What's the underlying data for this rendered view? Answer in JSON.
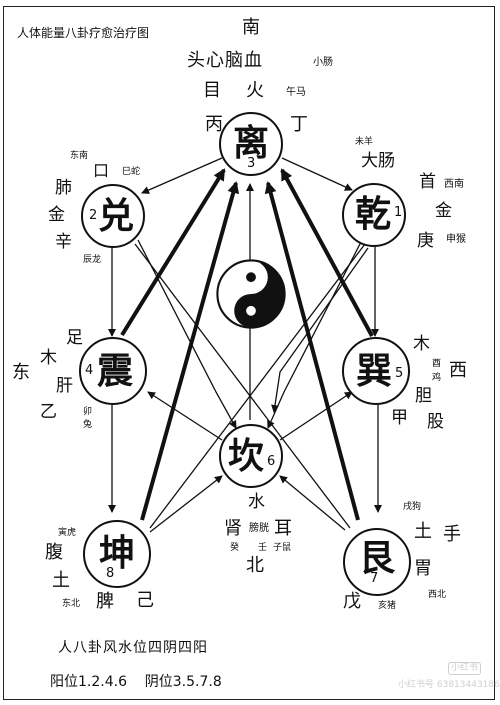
{
  "title": "人体能量八卦疗愈治疗图",
  "li": {
    "gua": "离",
    "num": "3",
    "dir": "南",
    "organs": "头心脑血",
    "small_int": "小肠",
    "eye": "目",
    "element": "火",
    "zhi": "午马",
    "gan_left": "丙",
    "gan_right": "丁"
  },
  "dui": {
    "gua": "兑",
    "num": "2",
    "dir": "东南",
    "mouth": "口",
    "zhi1": "巳蛇",
    "organ": "肺",
    "element": "金",
    "gan": "辛",
    "zhi2": "辰龙"
  },
  "qian": {
    "gua": "乾",
    "num": "1",
    "zhi1": "未羊",
    "organ": "大肠",
    "head": "首",
    "dir": "西南",
    "element": "金",
    "gan": "庚",
    "zhi2": "申猴"
  },
  "zhen": {
    "gua": "震",
    "num": "4",
    "foot": "足",
    "element": "木",
    "dir": "东",
    "organ": "肝",
    "gan": "乙",
    "zhi1": "卯",
    "zhi2": "兔"
  },
  "xun": {
    "gua": "巽",
    "num": "5",
    "element": "木",
    "zhi1": "酉",
    "dir": "西",
    "zhi2": "鸡",
    "organ": "胆",
    "gan": "甲",
    "thigh": "股"
  },
  "kan": {
    "gua": "坎",
    "num": "6",
    "element": "水",
    "organ1": "肾",
    "organ2": "膀胱",
    "ear": "耳",
    "gan1": "癸",
    "gan2": "壬",
    "zhi": "子鼠",
    "dir": "北"
  },
  "kun": {
    "gua": "坤",
    "num": "8",
    "zhi1": "寅虎",
    "organ1": "腹",
    "element": "土",
    "dir": "东北",
    "organ2": "脾",
    "gan": "己"
  },
  "gen": {
    "gua": "艮",
    "num": "7",
    "zhi1": "戌狗",
    "element": "土",
    "hand": "手",
    "organ": "胃",
    "dir": "西北",
    "gan": "戊",
    "zhi2": "亥猪"
  },
  "footer": {
    "line1": "人八卦风水位四阴四阳",
    "line2": "阳位1.2.4.6    阴位3.5.7.8"
  },
  "watermark": {
    "badge": "小红书",
    "text": "小红书号 63813443186"
  },
  "colors": {
    "ink": "#111111",
    "watermark": "#cfcfcf"
  }
}
